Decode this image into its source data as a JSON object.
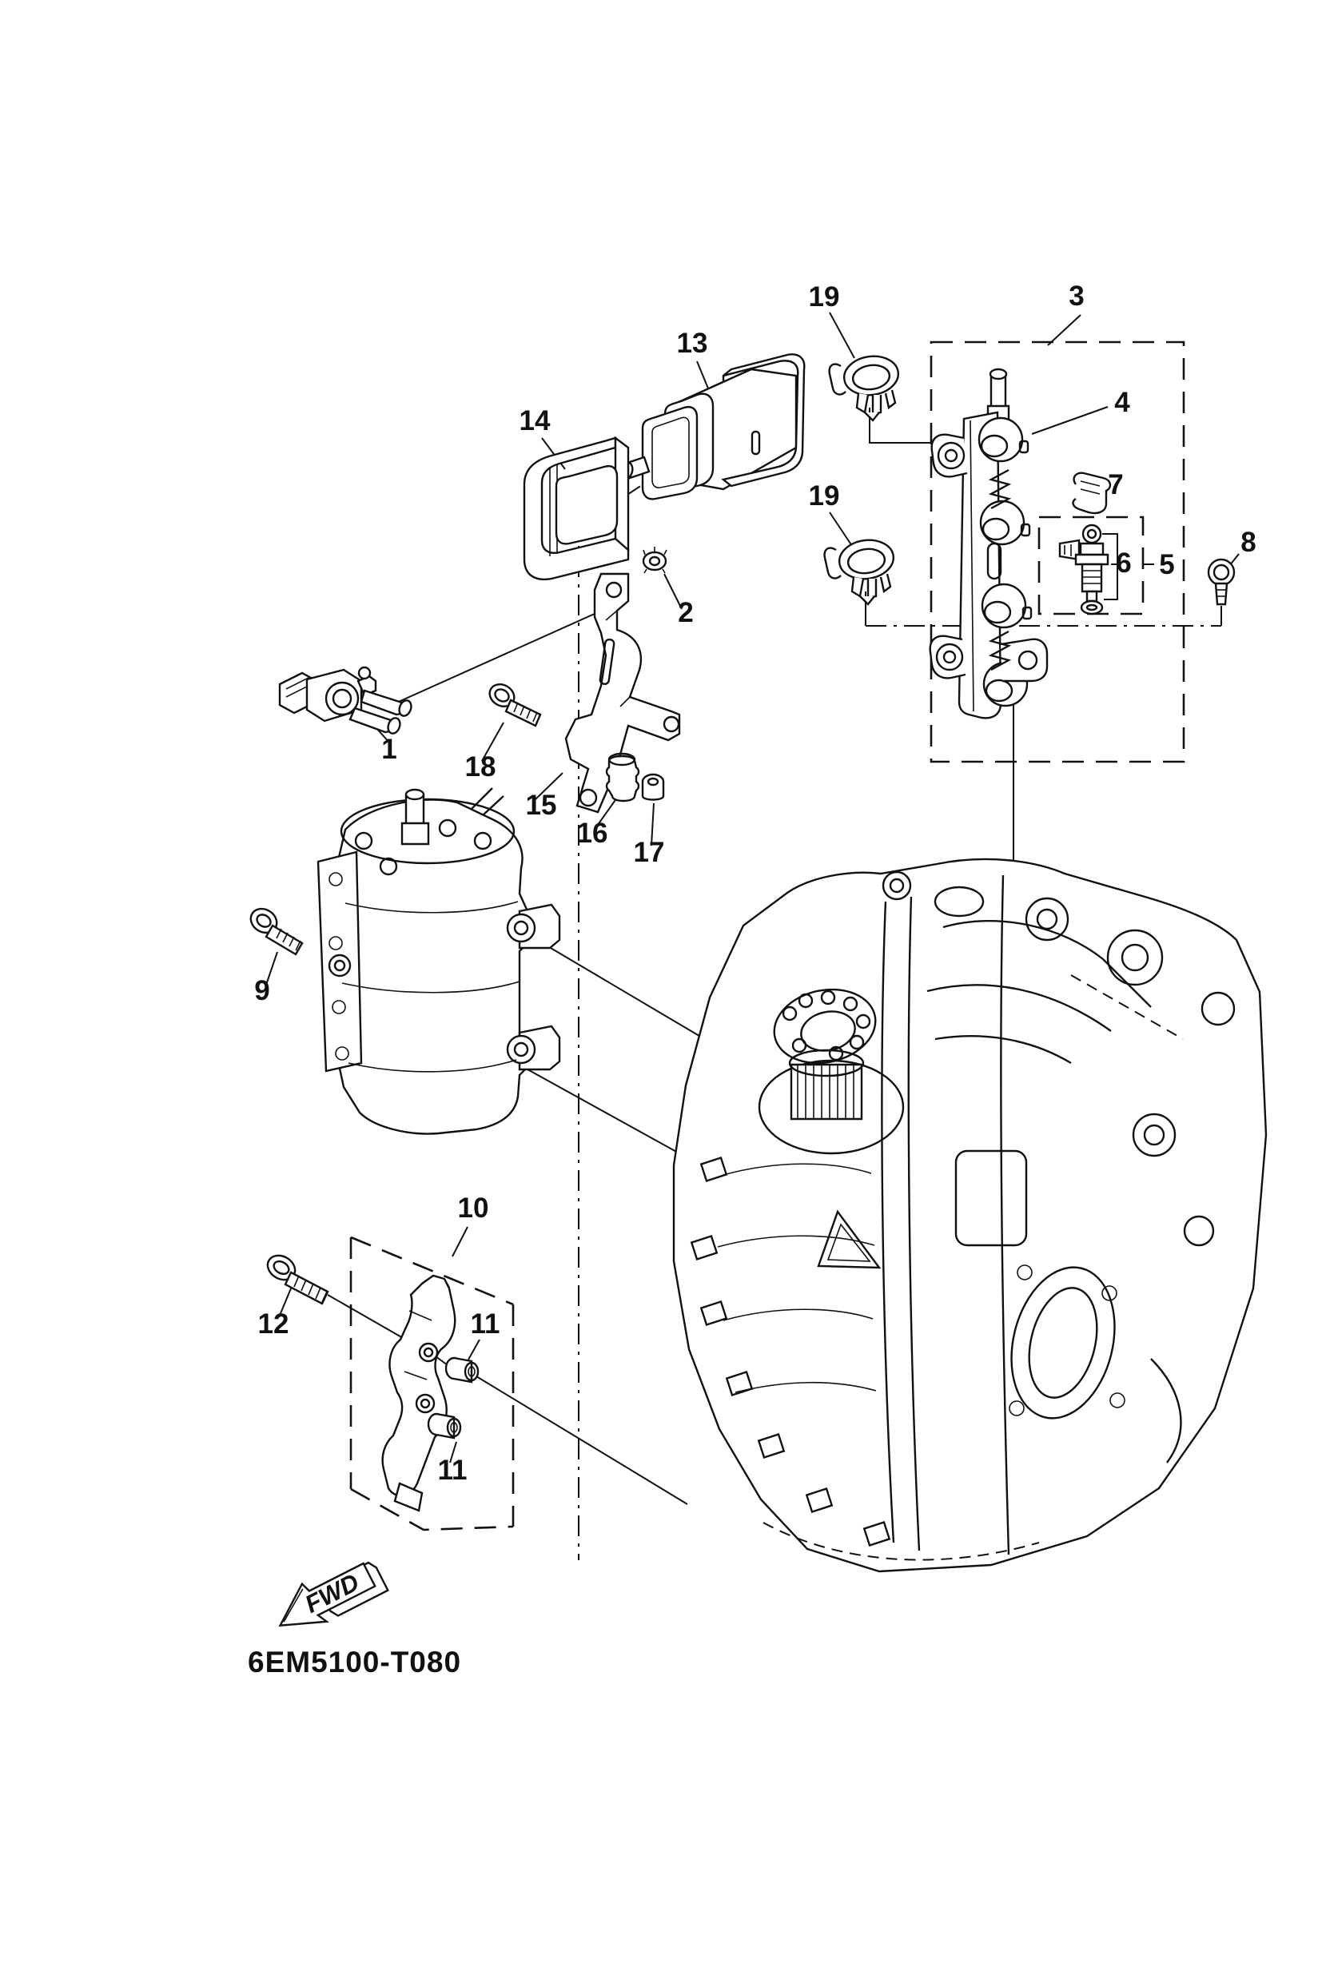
{
  "page": {
    "background": "#ffffff",
    "ink": "#111111"
  },
  "footer": {
    "drawing_code": "6EM5100-T080"
  },
  "fwd": {
    "label": "FWD"
  },
  "callouts": [
    {
      "n": "1"
    },
    {
      "n": "2"
    },
    {
      "n": "3"
    },
    {
      "n": "4"
    },
    {
      "n": "5"
    },
    {
      "n": "6"
    },
    {
      "n": "7"
    },
    {
      "n": "8"
    },
    {
      "n": "9"
    },
    {
      "n": "10"
    },
    {
      "n": "11"
    },
    {
      "n": "11"
    },
    {
      "n": "12"
    },
    {
      "n": "13"
    },
    {
      "n": "14"
    },
    {
      "n": "15"
    },
    {
      "n": "16"
    },
    {
      "n": "17"
    },
    {
      "n": "18"
    },
    {
      "n": "19"
    },
    {
      "n": "19"
    }
  ]
}
